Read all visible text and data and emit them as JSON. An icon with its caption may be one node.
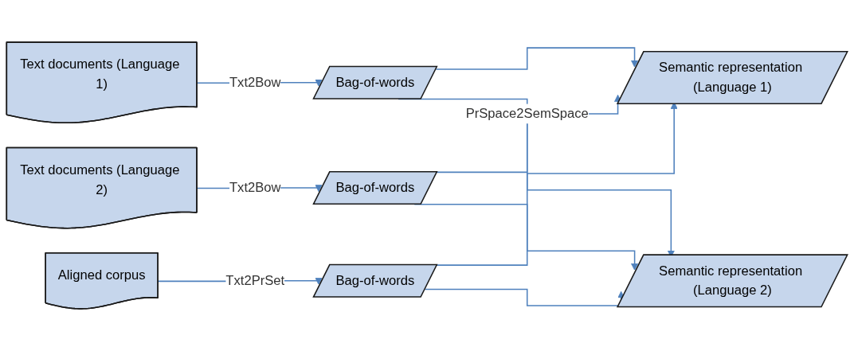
{
  "diagram": {
    "nodes": [
      {
        "text": [
          "Text documents (Language 1)"
        ]
      },
      {
        "text": [
          "Text documents (Language 2)"
        ]
      },
      {
        "text": [
          "Aligned corpus"
        ]
      },
      {
        "text": [
          "Bag-of-words"
        ]
      },
      {
        "text": [
          "Bag-of-words"
        ]
      },
      {
        "text": [
          "Bag-of-words"
        ]
      },
      {
        "text": [
          "Semantic representation (Language 1)"
        ]
      },
      {
        "text": [
          "Semantic representation (Language 2)"
        ]
      }
    ],
    "edges": [
      {
        "from": 0,
        "to": 3,
        "arrow": "to",
        "label": "Txt2Bow"
      },
      {
        "from": 1,
        "to": 4,
        "arrow": "to",
        "label": "Txt2Bow"
      },
      {
        "from": 2,
        "to": 5,
        "arrow": "to",
        "label": "Txt2PrSet"
      },
      {
        "from": 3,
        "to": 6,
        "arrow": "to"
      },
      {
        "from": 4,
        "to": 6,
        "arrow": "to",
        "label": "PrSpace2SemSpace"
      },
      {
        "from": 5,
        "to": 6,
        "arrow": "to"
      },
      {
        "from": 3,
        "to": 7,
        "arrow": "to"
      },
      {
        "from": 4,
        "to": 7,
        "arrow": "to"
      },
      {
        "from": 5,
        "to": 7,
        "arrow": "to"
      }
    ]
  }
}
